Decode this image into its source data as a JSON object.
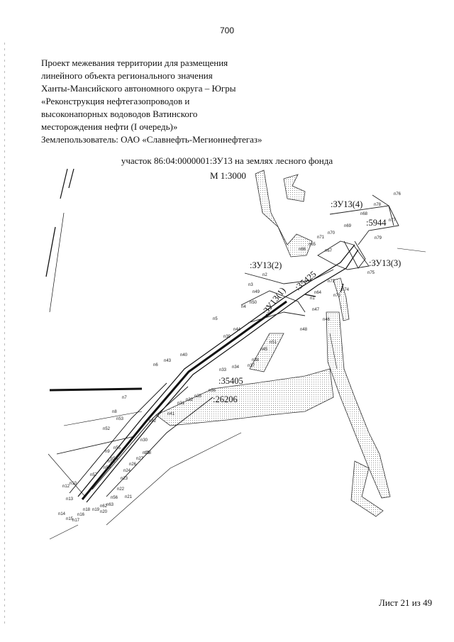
{
  "page_number": "700",
  "header_lines": [
    "Проект межевания территории для размещения",
    "линейного объекта регионального значения",
    "Ханты-Мансийского автономного округа – Югры",
    "«Реконструкция нефтегазопроводов и",
    "высоконапорных водоводов Ватинского",
    "месторождения нефти (I очередь)»",
    "Землепользователь: ОАО «Славнефть-Мегионнефтегаз»"
  ],
  "plot_title": "участок 86:04:0000001:ЗУ13 на землях лесного фонда",
  "scale": "М 1:3000",
  "parcel_labels": {
    "zu13_4": ":ЗУ13(4)",
    "zu13_3": ":ЗУ13(3)",
    "zu13_2": ":ЗУ13(2)",
    "zu13_1": ":ЗУ13(1)",
    "n5944": ":5944",
    "n35425": ":35425",
    "n35405": ":35405",
    "n26206": ":26206"
  },
  "points": [
    "n76",
    "n78",
    "n68",
    "n77",
    "n79",
    "n69",
    "n70",
    "n71",
    "n65",
    "n66",
    "n67",
    "n72",
    "n74",
    "n73",
    "n75",
    "n64",
    "n2",
    "n3",
    "n49",
    "n1",
    "n47",
    "n50",
    "n4",
    "n46",
    "n5",
    "n44",
    "n48",
    "n39",
    "n51",
    "n45",
    "n40",
    "n38",
    "n43",
    "n6",
    "n37",
    "n34",
    "n33",
    "n36",
    "n7",
    "n32",
    "n31",
    "n35",
    "n41",
    "n8",
    "n53",
    "n42",
    "n52",
    "n30",
    "n29",
    "n9",
    "n55",
    "n28",
    "n54",
    "n27",
    "n58",
    "n59",
    "n26",
    "n24",
    "n57",
    "n23",
    "n10",
    "n22",
    "n12",
    "n21",
    "n56",
    "n13",
    "n18",
    "n62",
    "n63",
    "n14",
    "n16",
    "n19",
    "n20",
    "n15",
    "n17"
  ],
  "footer": "Лист 21 из 49"
}
